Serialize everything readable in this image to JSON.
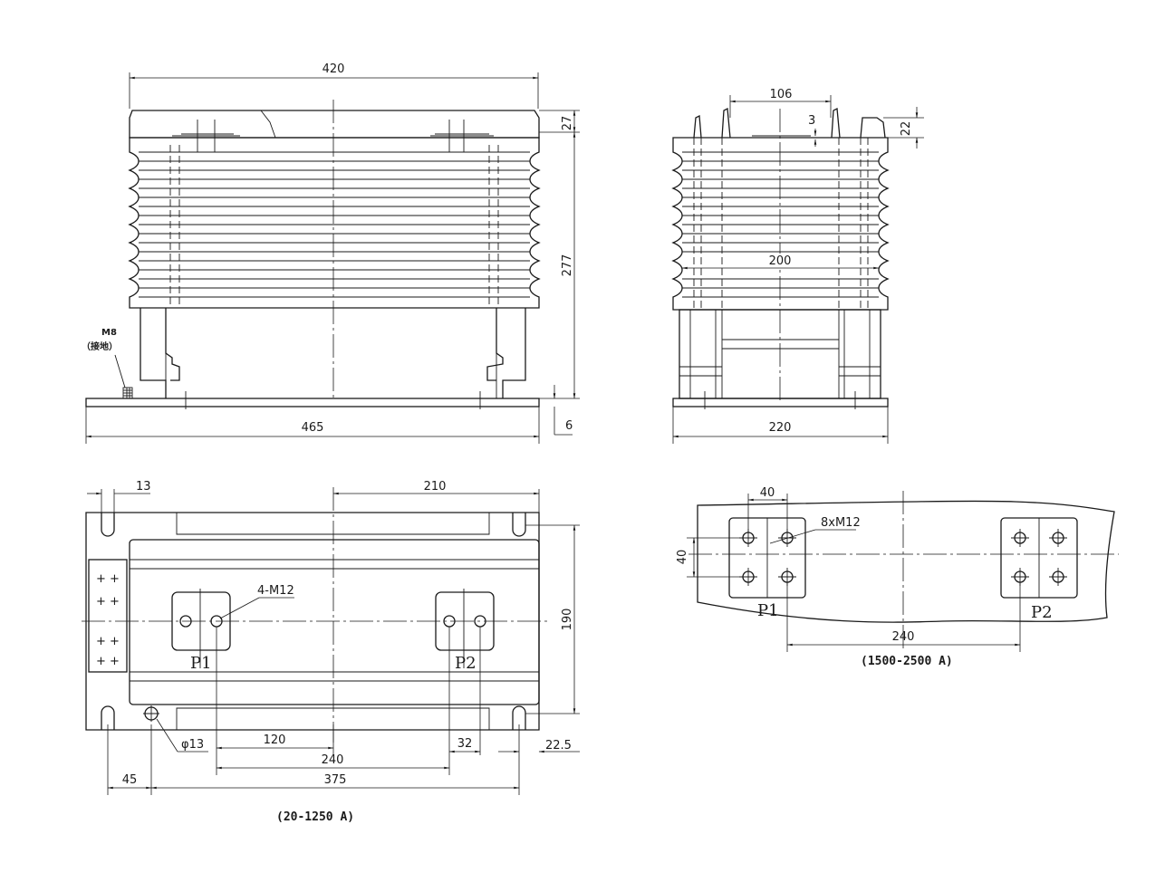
{
  "front_view": {
    "dims": {
      "overall_top": "420",
      "cap_height": "27",
      "body_height": "277",
      "base_thickness": "6",
      "base_length": "465"
    },
    "ground_label": "M8",
    "ground_label_cn": "（接地）"
  },
  "side_view": {
    "dims": {
      "terminal_spacing": "106",
      "terminal_offset": "3",
      "terminal_height": "22",
      "inner_width": "200",
      "base_width": "220"
    }
  },
  "plan_view": {
    "dims": {
      "slot_width": "13",
      "half_length": "210",
      "depth": "190",
      "terminal_spacing": "120",
      "p_spacing": "240",
      "mount_spacing": "375",
      "mount_offset": "45",
      "bolt_offset": "32",
      "edge_offset": "22.5",
      "hole_dia": "φ13"
    },
    "thread_callout": "4-M12",
    "p1": "P1",
    "p2": "P2",
    "caption": "(20-1250 A)"
  },
  "busbar_view": {
    "dims": {
      "hole_pitch_x": "40",
      "hole_pitch_y": "40",
      "p_spacing": "240"
    },
    "thread_callout": "8xM12",
    "p1": "P1",
    "p2": "P2",
    "caption": "(1500-2500 A)"
  }
}
